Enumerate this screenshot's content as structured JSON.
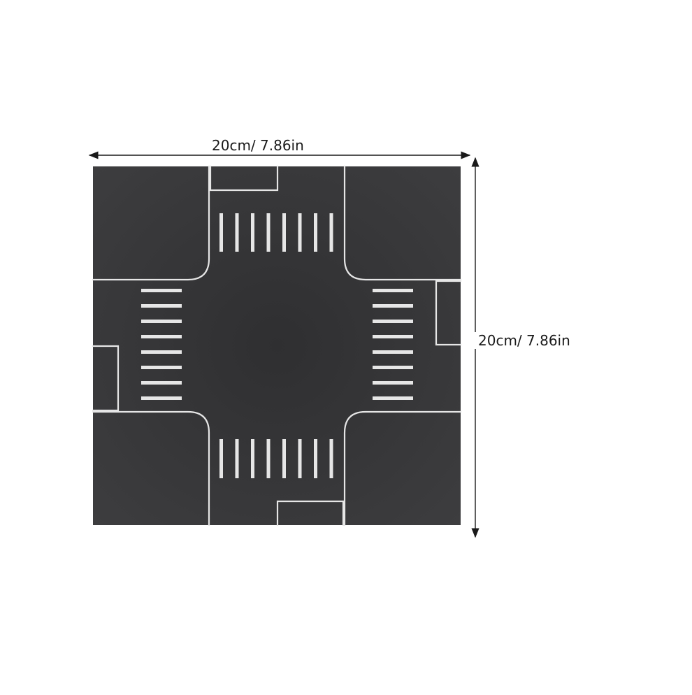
{
  "product": {
    "name": "crossroad-road-mat-tile",
    "surface_color": "#3a3a3c",
    "marking_color": "#e6e6e6"
  },
  "dimensions": {
    "width_label": "20cm/ 7.86in",
    "height_label": "20cm/ 7.86in"
  },
  "crosswalks": {
    "top_stripes": 8,
    "bottom_stripes": 8,
    "left_stripes": 8,
    "right_stripes": 8
  }
}
